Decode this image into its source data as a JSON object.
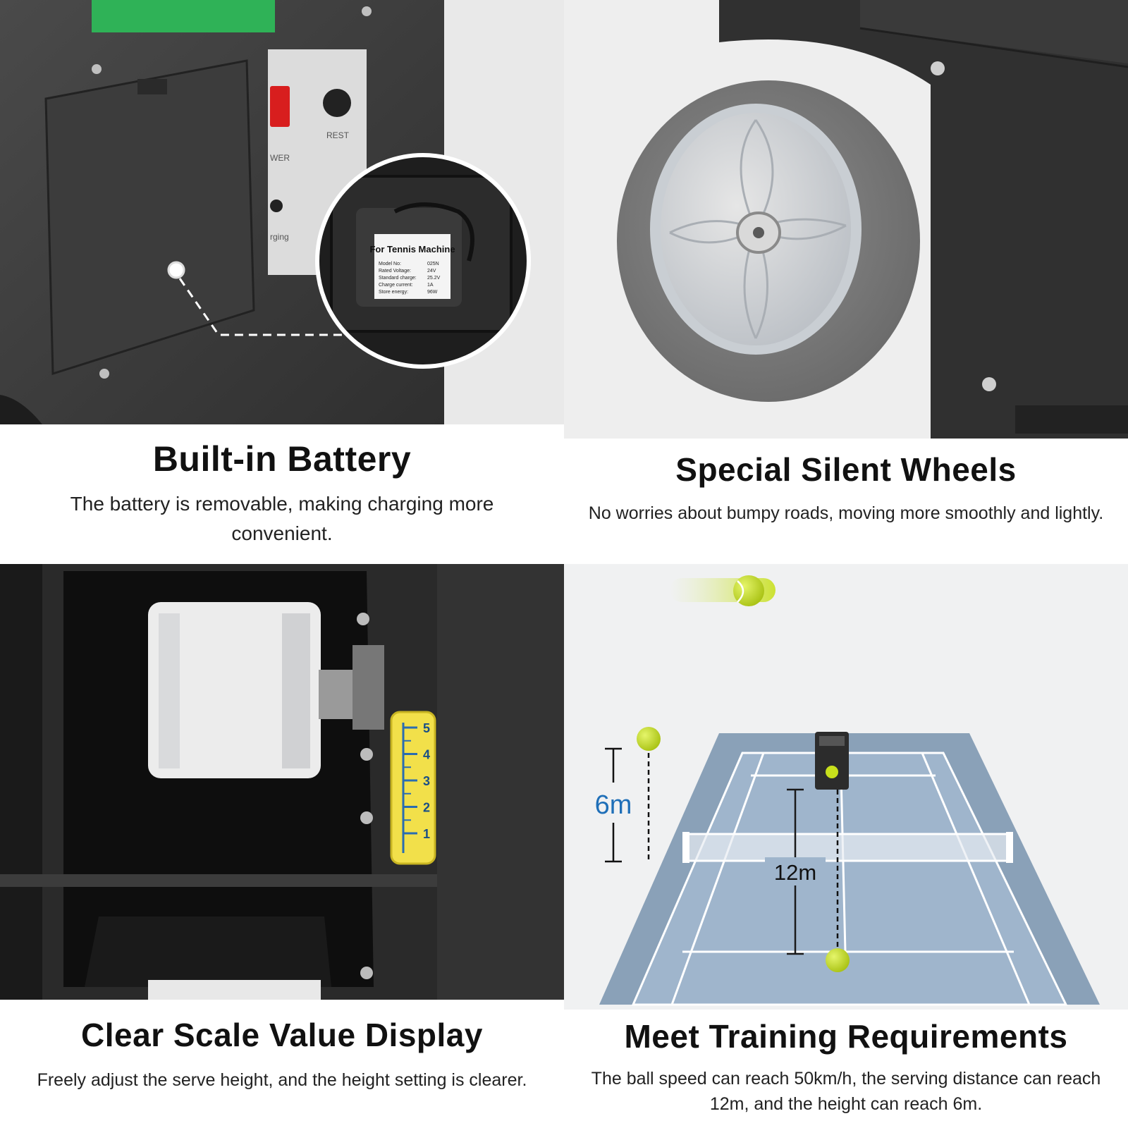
{
  "panels": [
    {
      "title": "Built-in Battery",
      "description": "The battery is removable, making charging more convenient.",
      "photo": {
        "label_title": "For Tennis Machine",
        "specs": [
          [
            "Model No:",
            "025N"
          ],
          [
            "Rated Voltage:",
            "24V"
          ],
          [
            "Standard charge:",
            "25.2V"
          ],
          [
            "Charge current:",
            "1A"
          ],
          [
            "Store energy:",
            "96W"
          ]
        ],
        "rest_label": "REST",
        "power_label": "WER",
        "charging_label": "rging"
      }
    },
    {
      "title": "Special Silent Wheels",
      "description": "No worries about bumpy roads, moving more smoothly and lightly."
    },
    {
      "title": "Clear Scale Value Display",
      "description": "Freely adjust the serve height, and the height setting is clearer.",
      "scale_marks": [
        "5",
        "4",
        "3",
        "2",
        "1"
      ]
    },
    {
      "title": "Meet Training Requirements",
      "description": "The ball speed can reach 50km/h, the serving distance can reach 12m, and the height can reach 6m.",
      "height_label": "6m",
      "distance_label": "12m"
    }
  ],
  "colors": {
    "ball": "#c8e01c",
    "court": "#9fb5cc",
    "court_outer": "#8aa1b8",
    "height_label": "#1f6fb8",
    "scale_yellow": "#f2e04a",
    "machine_body": "#3a3a3a",
    "green_panel": "#2fb257",
    "power_switch": "#d81e1e"
  }
}
